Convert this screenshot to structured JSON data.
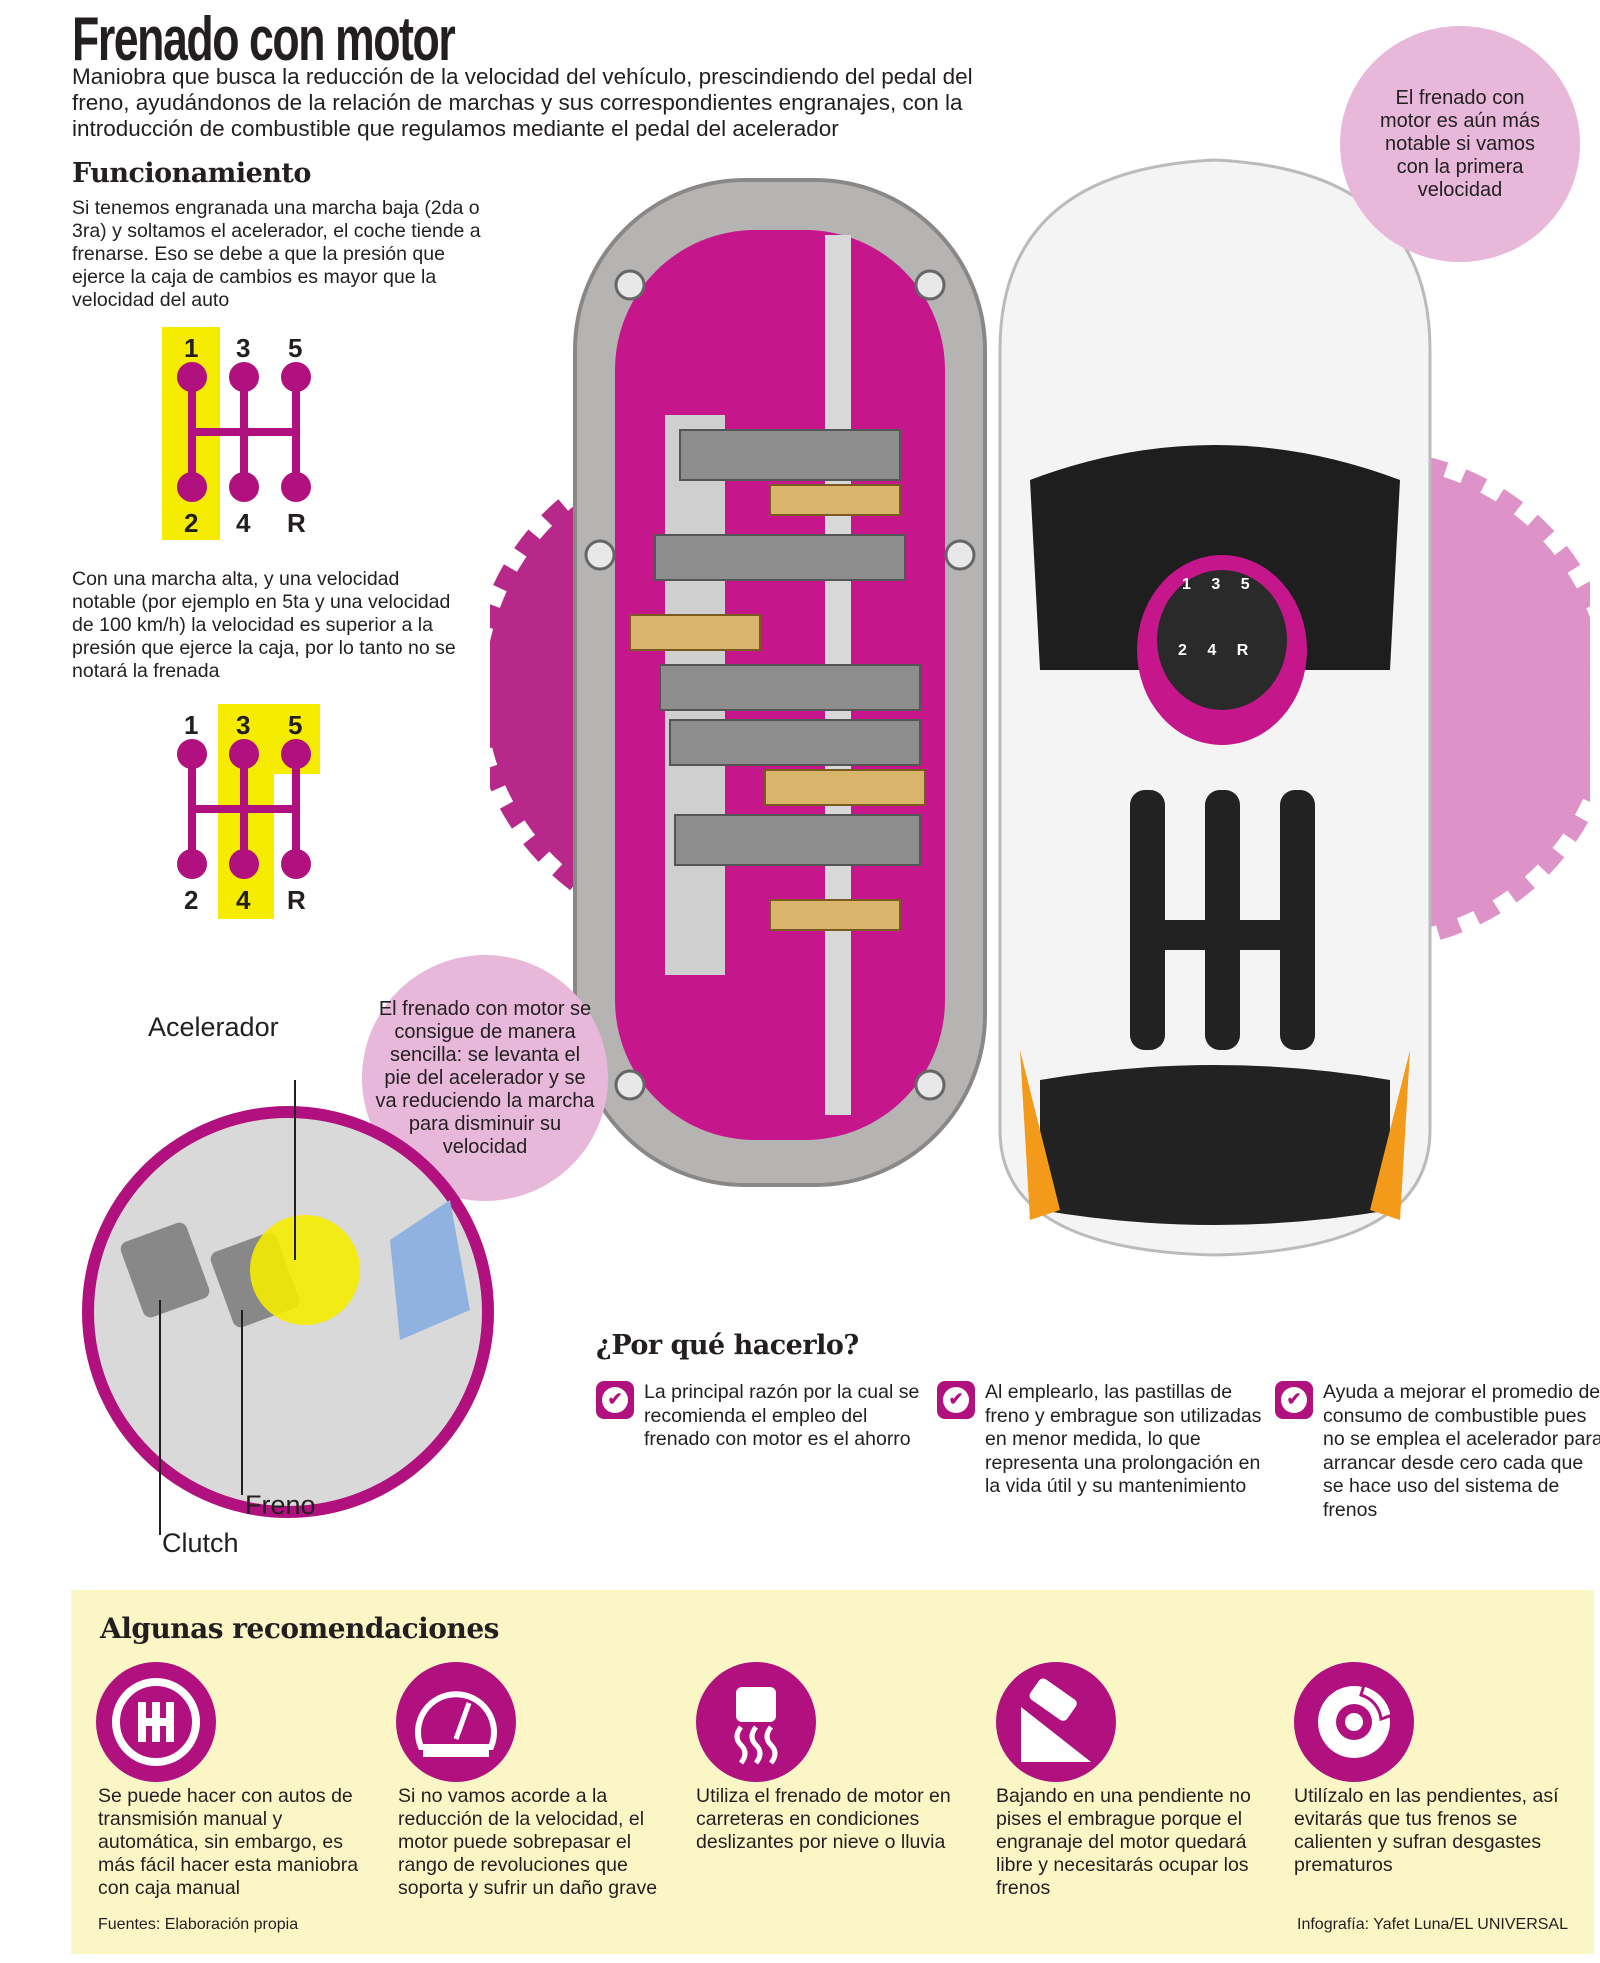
{
  "header": {
    "title": "Frenado con motor",
    "intro": "Maniobra que busca la reducción de la velocidad del vehículo, prescindiendo del pedal del freno, ayudándonos de la relación de marchas y sus correspondientes engranajes, con la introducción de combustible que regulamos mediante el pedal del acelerador"
  },
  "funcionamiento": {
    "heading": "Funcionamiento",
    "para1": "Si tenemos engranada una marcha baja (2da o 3ra) y soltamos el acelerador, el coche tiende a frenarse. Eso se debe a que la presión que ejerce la caja de cambios es mayor que la velocidad del auto",
    "para2": "Con una marcha alta, y una velocidad notable (por ejemplo en 5ta y una velocidad de 100 km/h) la velocidad es superior a la presión que ejerce la caja, por lo tanto no se notará la frenada",
    "gears": {
      "top": [
        "1",
        "3",
        "5"
      ],
      "bottom": [
        "2",
        "4",
        "R"
      ]
    }
  },
  "bubbles": {
    "top_right": "El frenado con motor es aún más notable si vamos con la primera velocidad",
    "middle": "El frenado con motor se consigue de manera sencilla: se levanta el pie del acelerador y se va reduciendo la marcha para disminuir su velocidad"
  },
  "pedals": {
    "acelerador": "Acelerador",
    "freno": "Freno",
    "clutch": "Clutch"
  },
  "knob": {
    "top": "1 3 5",
    "bottom": "2 4 R"
  },
  "why": {
    "heading": "¿Por qué hacerlo?",
    "items": [
      "La principal razón por la cual se recomienda el empleo del frenado con motor es el ahorro",
      "Al emplearlo, las pastillas de freno y embrague son utilizadas en menor medida, lo que representa una prolongación en la vida útil y su mantenimiento",
      "Ayuda a mejorar el promedio de consumo de combustible pues no se emplea el acelerador para arrancar desde cero cada que se hace uso del sistema de frenos"
    ]
  },
  "recommendations": {
    "heading": "Algunas recomendaciones",
    "items": [
      {
        "icon": "gear-shift-icon",
        "text": "Se puede hacer con autos de transmisión manual y automática, sin embargo, es más fácil hacer esta maniobra con caja manual"
      },
      {
        "icon": "speedometer-icon",
        "text": "Si no vamos acorde a la reducción de la velocidad, el motor puede sobrepasar el rango de revoluciones que soporta y sufrir un daño grave"
      },
      {
        "icon": "slippery-road-icon",
        "text": "Utiliza el frenado de motor en carreteras en condiciones deslizantes por nieve o lluvia"
      },
      {
        "icon": "car-downhill-icon",
        "text": "Bajando en una pendiente no pises el embrague porque el engranaje del motor quedará libre y necesitarás ocupar los frenos"
      },
      {
        "icon": "brake-disc-icon",
        "text": "Utilízalo en las pendientes, así evitarás que tus frenos se calienten y sufran desgastes prematuros"
      }
    ],
    "sources": "Fuentes: Elaboración propia",
    "credit": "Infografía: Yafet Luna/EL UNIVERSAL"
  },
  "colors": {
    "magenta": "#b0117e",
    "pink": "#e8b8da",
    "yellow": "#f5ec00",
    "band": "#fbf6c6"
  }
}
